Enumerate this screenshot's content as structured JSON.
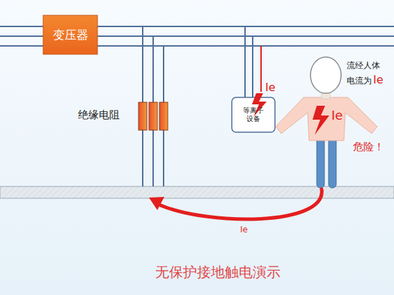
{
  "diagram": {
    "title": "无保护接地触电演示",
    "nodes": [
      {
        "text": [
          "变压器"
        ]
      },
      {
        "text": [
          "等离子 设备"
        ]
      }
    ],
    "labels": [
      "绝缘电阻",
      "Ie",
      "流经人体",
      "电流为",
      "Ie",
      "Ie",
      "危险！",
      "Ie"
    ]
  }
}
